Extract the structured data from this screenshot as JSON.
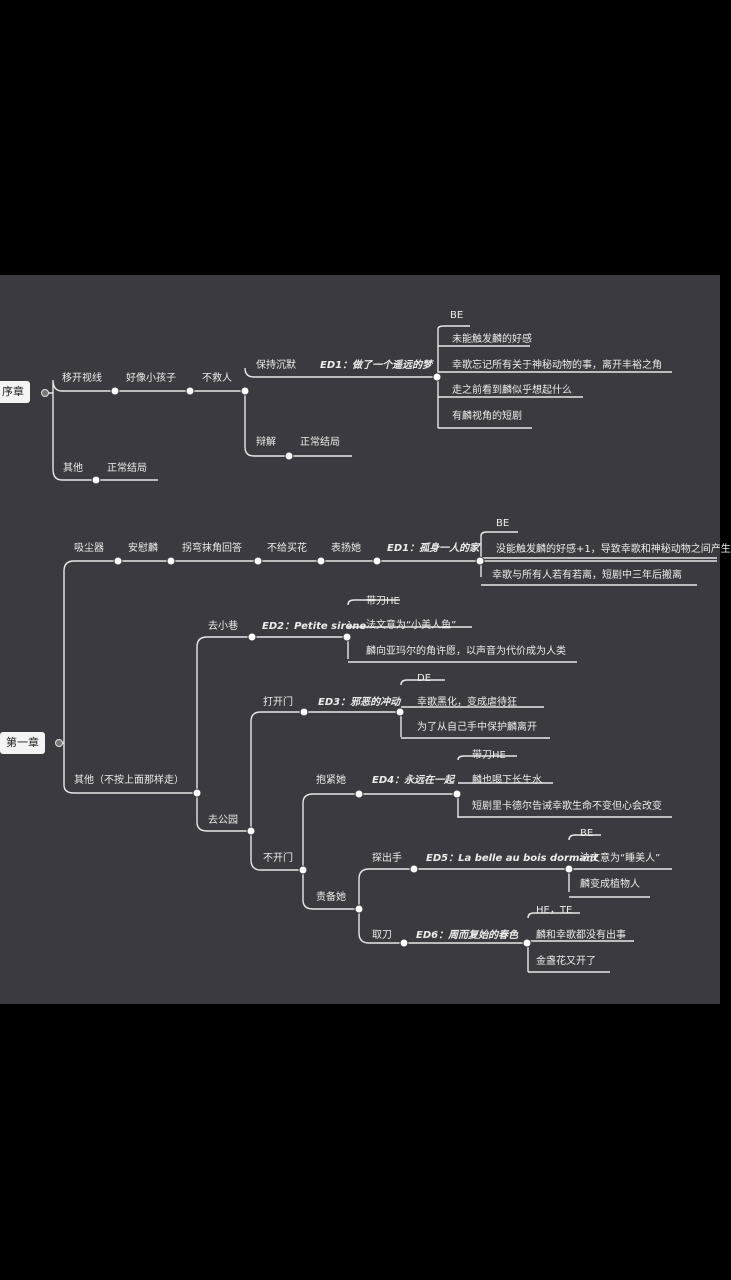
{
  "colors": {
    "background": "#3a3a40",
    "line": "#e8e8e8",
    "text": "#ececec",
    "root_box": "#f4f4f4"
  },
  "prologue": {
    "root": "序章",
    "move_sight": "移开视线",
    "like_child": "好像小孩子",
    "not_save": "不救人",
    "keep_silent": "保持沉默",
    "ed1": "ED1：做了一个遥远的梦",
    "be": "BE",
    "leaf1": "未能触发麟的好感",
    "leaf2": "幸歌忘记所有关于神秘动物的事，离开丰裕之角",
    "leaf3": "走之前看到麟似乎想起什么",
    "leaf4": "有麟视角的短剧",
    "argue": "辩解",
    "normal_end_1": "正常结局",
    "other": "其他",
    "normal_end_2": "正常结局"
  },
  "chapter1": {
    "root": "第一章",
    "vacuum": "吸尘器",
    "comfort": "安慰麟",
    "indirect_answer": "拐弯抹角回答",
    "no_flowers": "不给买花",
    "praise": "表扬她",
    "ed1": "ED1：孤身一人的家",
    "be": "BE",
    "ed1_leaf1": "没能触发麟的好感+1，导致幸歌和神秘动物之间产生",
    "ed1_leaf2": "幸歌与所有人若有若离，短剧中三年后搬离",
    "other": "其他（不按上面那样走）",
    "alley": "去小巷",
    "ed2": "ED2：Petite sirène",
    "knife_he": "带刀HE",
    "ed2_leaf2": "法文意为“小美人鱼”",
    "ed2_leaf3": "麟向亚玛尔的角许愿，以声音为代价成为人类",
    "park": "去公园",
    "open_door": "打开门",
    "ed3": "ED3：邪恶的冲动",
    "de": "DE",
    "ed3_leaf2": "幸歌黑化，变成虐待狂",
    "ed3_leaf3": "为了从自己手中保护麟离开",
    "no_open": "不开门",
    "hug": "抱紧她",
    "ed4": "ED4：永远在一起",
    "knife_he_2": "带刀HE",
    "ed4_leaf2": "麟也喝下长生水",
    "ed4_leaf3": "短剧里卡德尔告诫幸歌生命不变但心会改变",
    "blame": "责备她",
    "reach": "探出手",
    "ed5": "ED5：La belle au bois dormant",
    "be_2": "BE",
    "ed5_leaf2": "法文意为“睡美人”",
    "ed5_leaf3": "麟变成植物人",
    "take_knife": "取刀",
    "ed6": "ED6：周而复始的春色",
    "he_te": "HE，TE",
    "ed6_leaf2": "麟和幸歌都没有出事",
    "ed6_leaf3": "金盏花又开了"
  }
}
